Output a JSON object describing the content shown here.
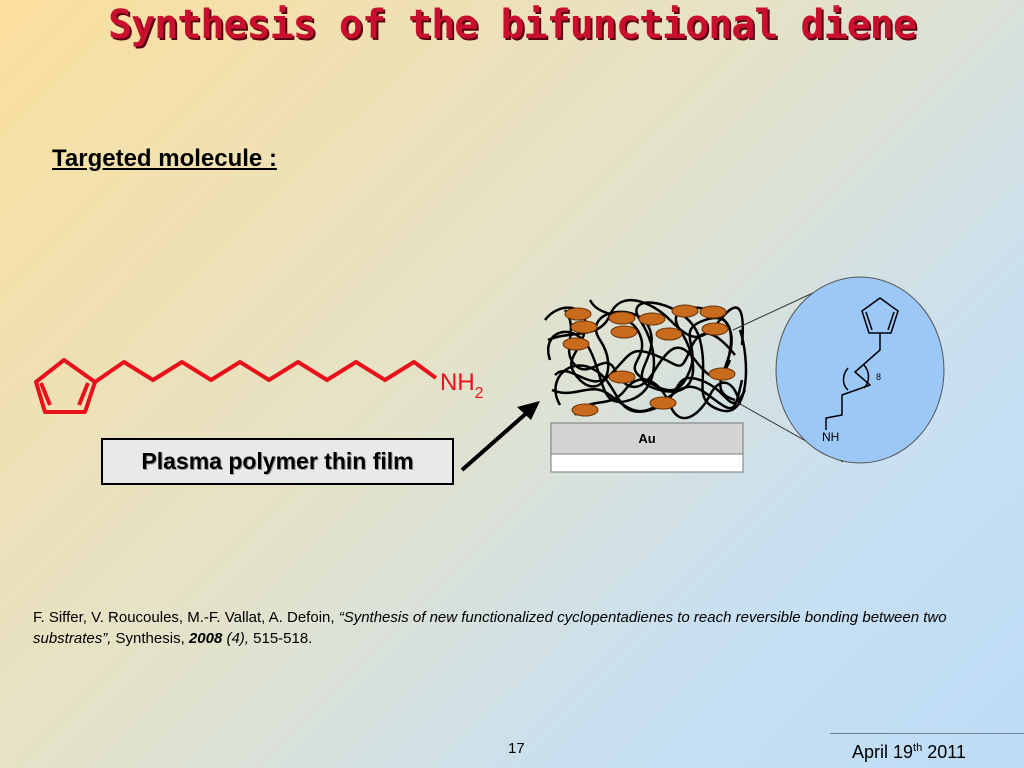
{
  "slide": {
    "title": "Synthesis of the bifunctional diene",
    "subtitle": "Targeted molecule :",
    "molecule_label": "NH",
    "molecule_label_sub": "2",
    "film_label": "Plasma polymer thin film",
    "substrate_label": "Au",
    "zoom_repeat": "8",
    "zoom_amine": "NH",
    "citation": {
      "authors": "F. Siffer, V. Roucoules, M.-F. Vallat, A. Defoin, ",
      "title": "“Synthesis of new functionalized cyclopentadienes to reach reversible bonding between two substrates”,",
      "journal": " Synthesis, ",
      "year": "2008",
      "issue": " (4),",
      "pages": " 515-518."
    },
    "page_number": "17",
    "date_prefix": "April 19",
    "date_sup": "th",
    "date_suffix": " 2011"
  },
  "colors": {
    "title": "#c8102e",
    "molecule": "#e8101a",
    "particle": "#c96b1c",
    "zoom_circle": "#9cc8f7"
  }
}
